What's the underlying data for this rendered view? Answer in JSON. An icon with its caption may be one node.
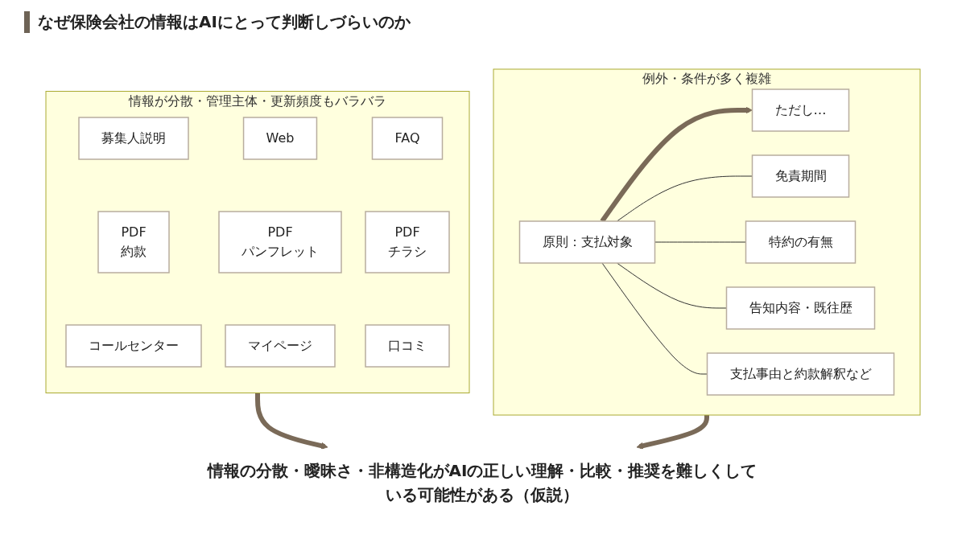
{
  "diagram": {
    "title": "なぜ保険会社の情報はAIにとって判断しづらいのか",
    "nodes": [
      {
        "text": [
          "情報が分散・管理主体・更新頻度もバラバラ"
        ]
      },
      {
        "text": [
          "募集人説明"
        ],
        "in": 0
      },
      {
        "text": [
          "Web"
        ],
        "in": 0
      },
      {
        "text": [
          "FAQ"
        ],
        "in": 0
      },
      {
        "text": [
          "PDF",
          "約款"
        ],
        "in": 0
      },
      {
        "text": [
          "PDF",
          "パンフレット"
        ],
        "in": 0
      },
      {
        "text": [
          "PDF",
          "チラシ"
        ],
        "in": 0
      },
      {
        "text": [
          "コールセンター"
        ],
        "in": 0
      },
      {
        "text": [
          "マイページ"
        ],
        "in": 0
      },
      {
        "text": [
          "口コミ"
        ],
        "in": 0
      },
      {
        "text": [
          "例外・条件が多く複雑"
        ]
      },
      {
        "text": [
          "原則：支払対象"
        ],
        "in": 10
      },
      {
        "text": [
          "ただし…"
        ],
        "in": 10
      },
      {
        "text": [
          "免責期間"
        ],
        "in": 10
      },
      {
        "text": [
          "特約の有無"
        ],
        "in": 10
      },
      {
        "text": [
          "告知内容・既往歴"
        ],
        "in": 10
      },
      {
        "text": [
          "支払事由と約款解釈など"
        ],
        "in": 10
      },
      {
        "text": [
          "情報の分散・曖昧さ・非構造化がAIの正しい理解・比較・推奨を難しくしている可能性がある（仮説）"
        ]
      }
    ],
    "edges": [
      {
        "from": 11,
        "to": 12,
        "arrow": "to",
        "style": "thick",
        "color": "#7a6a58"
      },
      {
        "from": 11,
        "to": 13,
        "arrow": "none"
      },
      {
        "from": 11,
        "to": 14,
        "arrow": "none"
      },
      {
        "from": 11,
        "to": 15,
        "arrow": "none"
      },
      {
        "from": 11,
        "to": 16,
        "arrow": "none"
      },
      {
        "from": 0,
        "to": 17,
        "arrow": "to",
        "style": "thick",
        "color": "#7a6a58"
      },
      {
        "from": 10,
        "to": 17,
        "arrow": "to",
        "style": "thick",
        "color": "#7a6a58"
      }
    ]
  }
}
